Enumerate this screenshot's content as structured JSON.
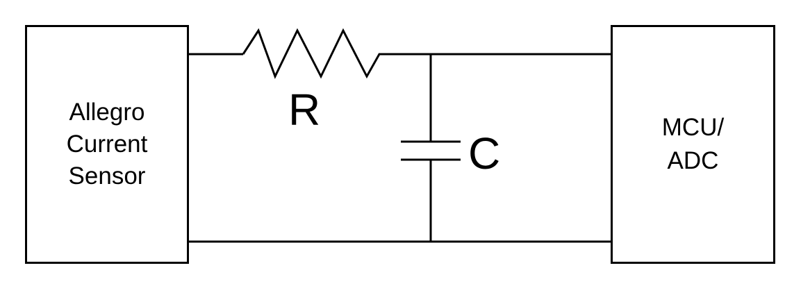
{
  "blocks": {
    "sensor": {
      "line1": "Allegro",
      "line2": "Current",
      "line3": "Sensor"
    },
    "mcu": {
      "line1": "MCU/",
      "line2": "ADC"
    }
  },
  "components": {
    "resistor": {
      "label": "R"
    },
    "capacitor": {
      "label": "C"
    }
  }
}
